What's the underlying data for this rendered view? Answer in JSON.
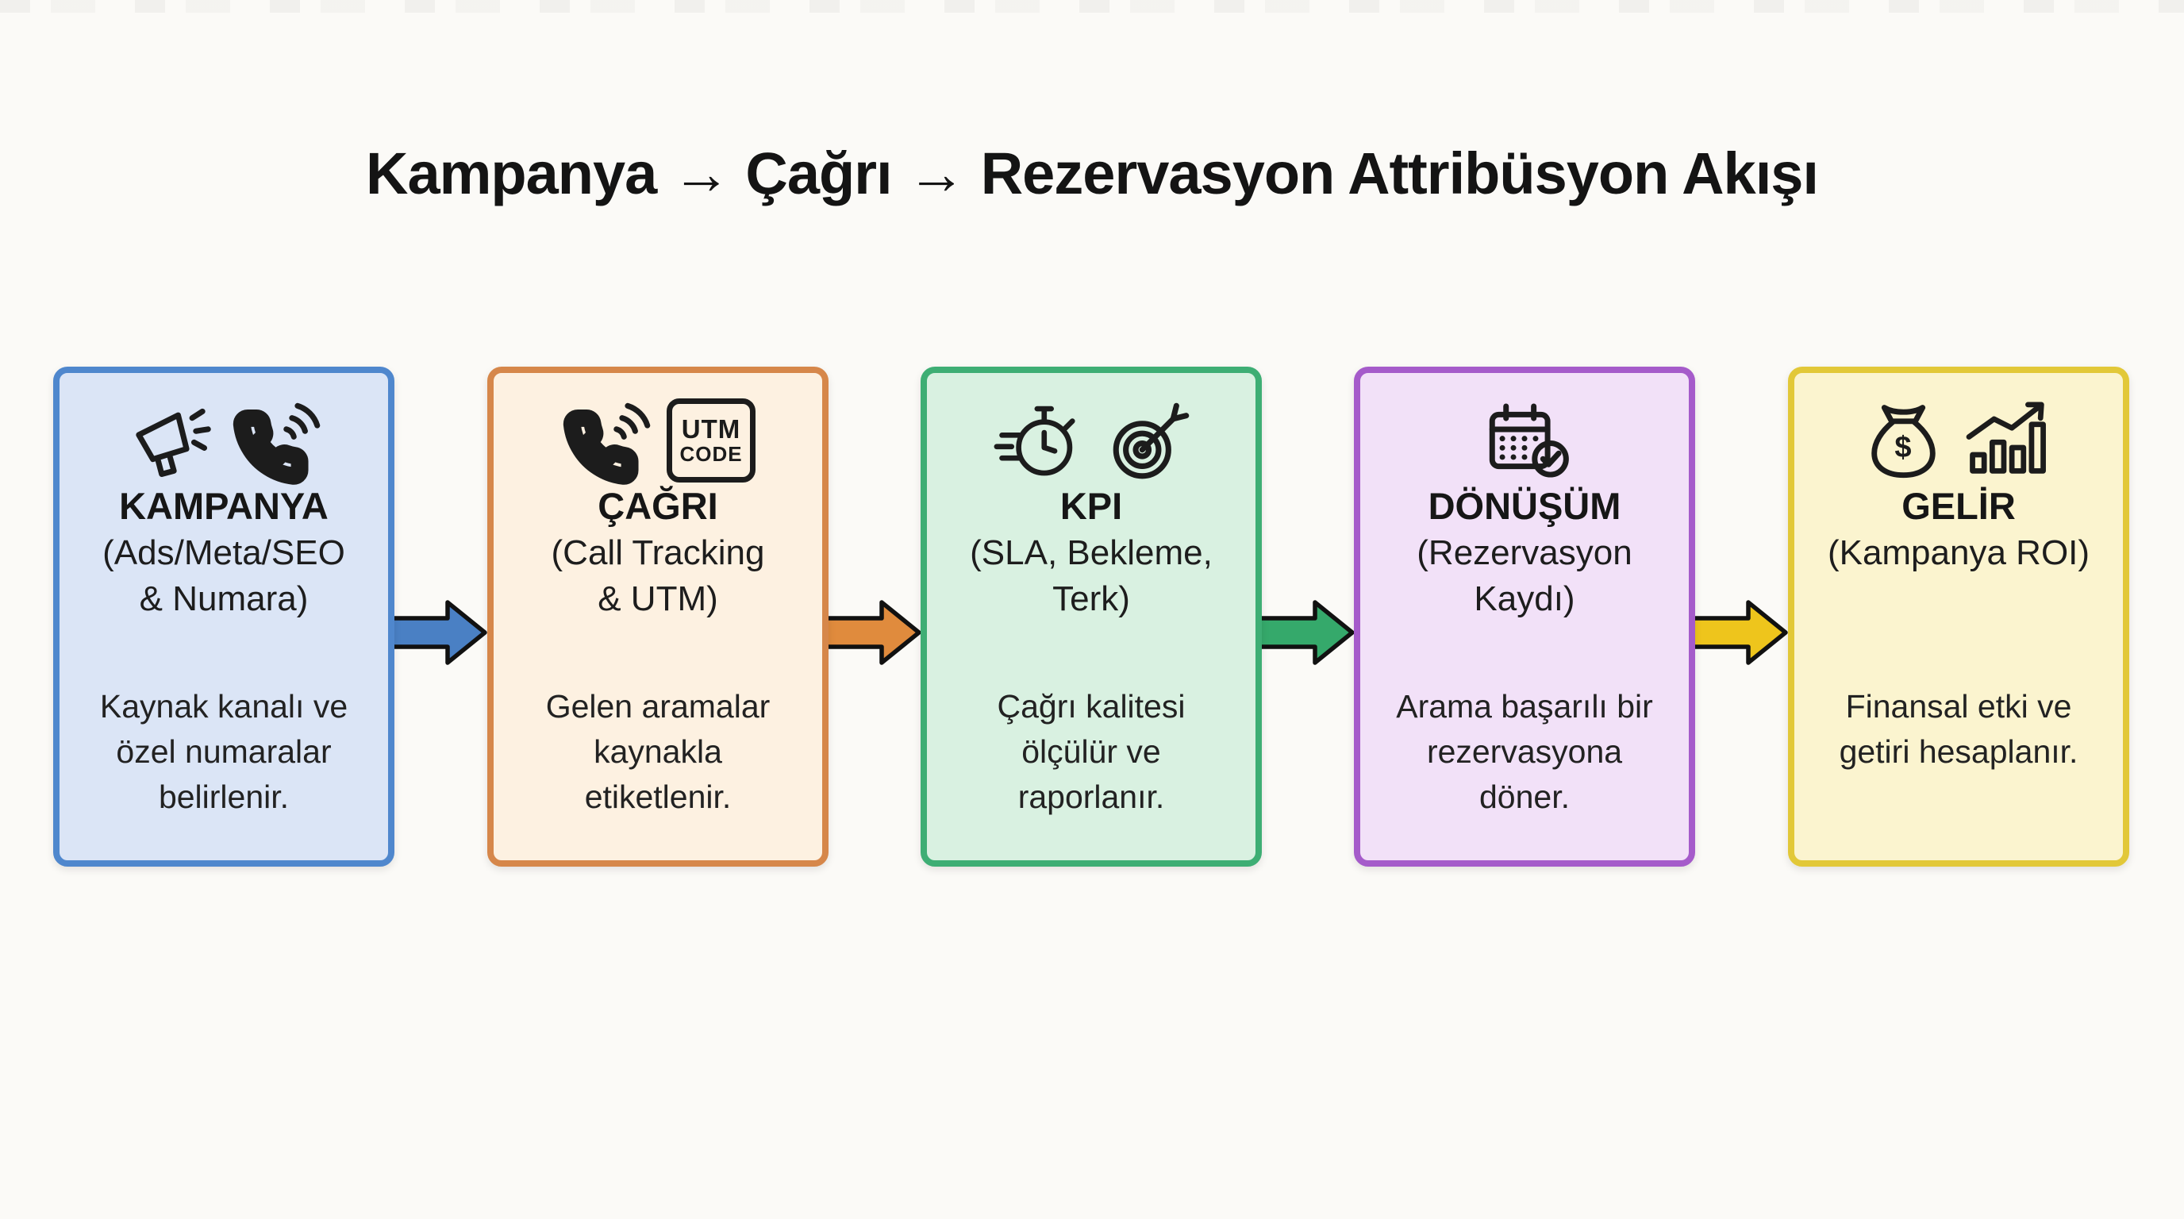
{
  "title": "Kampanya → Çağrı → Rezervasyon Attribüsyon Akışı",
  "stages": [
    {
      "name": "KAMPANYA",
      "subtitle": "(Ads/Meta/SEO & Numara)",
      "subtitle_lines": [
        "(Ads/Meta/SEO",
        "& Numara)"
      ],
      "description": "Kaynak kanalı ve özel numaralar belirlenir.",
      "description_lines": [
        "Kaynak kanalı ve",
        "özel numaralar",
        "belirlenir."
      ],
      "icons": [
        "megaphone-icon",
        "phone-ringing-icon"
      ],
      "fill": "#dbe5f6",
      "border": "#4f87cd"
    },
    {
      "name": "ÇAĞRI",
      "subtitle": "(Call Tracking & UTM)",
      "subtitle_lines": [
        "(Call Tracking",
        "& UTM)"
      ],
      "description": "Gelen aramalar kaynakla etiketlenir.",
      "description_lines": [
        "Gelen aramalar",
        "kaynakla",
        "etiketlenir."
      ],
      "icons": [
        "phone-ringing-icon",
        "utm-code-badge"
      ],
      "badge": {
        "line1": "UTM",
        "line2": "CODE"
      },
      "fill": "#fdf1e1",
      "border": "#d6874a"
    },
    {
      "name": "KPI",
      "subtitle": "(SLA, Bekleme, Terk)",
      "subtitle_lines": [
        "(SLA, Bekleme,",
        "Terk)"
      ],
      "description": "Çağrı kalitesi ölçülür ve raporlanır.",
      "description_lines": [
        "Çağrı kalitesi",
        "ölçülür ve",
        "raporlanır."
      ],
      "icons": [
        "stopwatch-icon",
        "target-dart-icon"
      ],
      "fill": "#d9f1e1",
      "border": "#3eae74"
    },
    {
      "name": "DÖNÜŞÜM",
      "subtitle": "(Rezervasyon Kaydı)",
      "subtitle_lines": [
        "(Rezervasyon",
        "Kaydı)"
      ],
      "description": "Arama başarılı bir rezervasyona döner.",
      "description_lines": [
        "Arama başarılı bir",
        "rezervasyona",
        "döner."
      ],
      "icons": [
        "calendar-check-icon"
      ],
      "fill": "#f2e1f8",
      "border": "#a55bca"
    },
    {
      "name": "GELİR",
      "subtitle": "(Kampanya ROI)",
      "subtitle_lines": [
        "(Kampanya ROI)"
      ],
      "description": "Finansal etki ve getiri hesaplanır.",
      "description_lines": [
        "Finansal etki ve",
        "getiri hesaplanır."
      ],
      "icons": [
        "money-bag-icon",
        "chart-up-icon"
      ],
      "dollar": "$",
      "fill": "#fbf4cf",
      "border": "#e2c838"
    }
  ],
  "arrows": [
    {
      "color": "#4a80c4"
    },
    {
      "color": "#e08b3d"
    },
    {
      "color": "#35a96b"
    },
    {
      "color": "#eec51c"
    }
  ]
}
